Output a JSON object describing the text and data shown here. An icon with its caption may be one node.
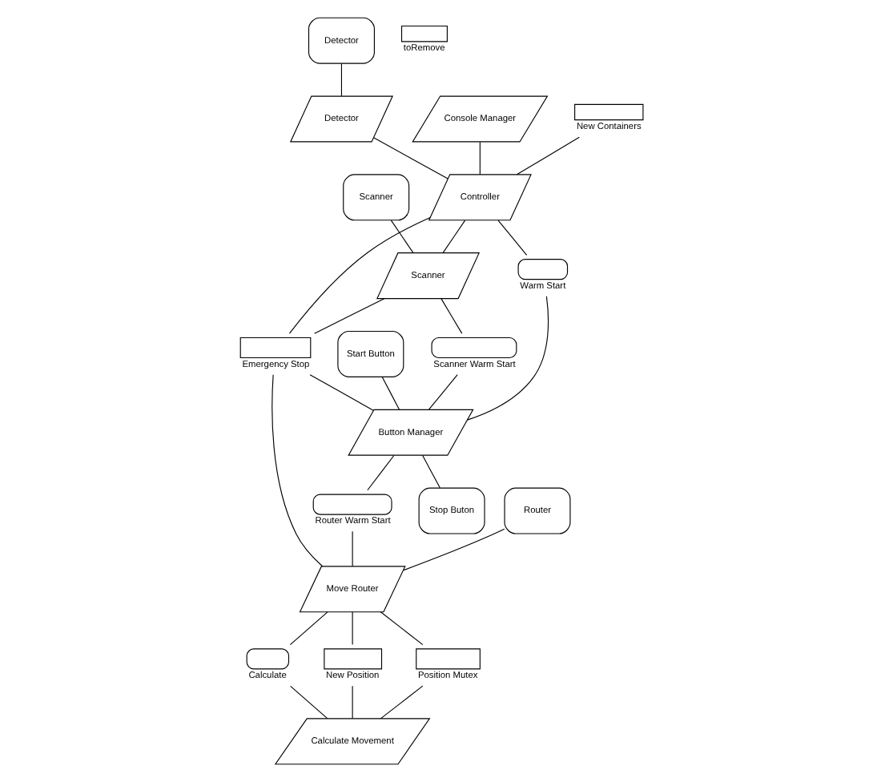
{
  "diagram": {
    "nodes": [
      {
        "text": [
          "Detector"
        ]
      },
      {
        "text": [
          "Detector"
        ]
      },
      {
        "text": [
          "Console Manager"
        ]
      },
      {
        "text": [
          "Start Button"
        ]
      },
      {
        "text": [
          "Warm Start"
        ]
      },
      {
        "text": [
          "New Containers"
        ]
      },
      {
        "text": [
          "Controller"
        ]
      },
      {
        "text": [
          "Button Manager"
        ]
      },
      {
        "text": [
          "Scanner Warm Start"
        ]
      },
      {
        "text": [
          "Scanner"
        ]
      },
      {
        "text": [
          "Scanner"
        ]
      },
      {
        "text": [
          "Emergency Stop"
        ]
      },
      {
        "text": [
          "Stop Buton"
        ]
      },
      {
        "text": [
          "Router Warm Start"
        ]
      },
      {
        "text": [
          "toRemove"
        ]
      },
      {
        "text": [
          "Router"
        ]
      },
      {
        "text": [
          "Move Router"
        ]
      },
      {
        "text": [
          "Calculate"
        ]
      },
      {
        "text": [
          "New Position"
        ]
      },
      {
        "text": [
          "Calculate Movement"
        ]
      },
      {
        "text": [
          "Position Mutex"
        ]
      }
    ],
    "edges": [
      {
        "from": 0,
        "to": 1,
        "arrow": "none"
      },
      {
        "from": 1,
        "to": 6,
        "arrow": "none"
      },
      {
        "from": 2,
        "to": 6,
        "arrow": "none"
      },
      {
        "from": 5,
        "to": 6,
        "arrow": "none"
      },
      {
        "from": 6,
        "to": 4,
        "arrow": "none"
      },
      {
        "from": 4,
        "to": 7,
        "arrow": "none"
      },
      {
        "from": 3,
        "to": 7,
        "arrow": "none"
      },
      {
        "from": 6,
        "to": 10,
        "arrow": "none"
      },
      {
        "from": 6,
        "to": 11,
        "arrow": "none"
      },
      {
        "from": 9,
        "to": 10,
        "arrow": "none"
      },
      {
        "from": 10,
        "to": 8,
        "arrow": "none"
      },
      {
        "from": 8,
        "to": 7,
        "arrow": "none"
      },
      {
        "from": 10,
        "to": 11,
        "arrow": "none"
      },
      {
        "from": 11,
        "to": 7,
        "arrow": "none"
      },
      {
        "from": 7,
        "to": 12,
        "arrow": "none"
      },
      {
        "from": 7,
        "to": 13,
        "arrow": "none"
      },
      {
        "from": 11,
        "to": 16,
        "arrow": "none"
      },
      {
        "from": 13,
        "to": 16,
        "arrow": "none"
      },
      {
        "from": 15,
        "to": 16,
        "arrow": "none"
      },
      {
        "from": 16,
        "to": 17,
        "arrow": "none"
      },
      {
        "from": 17,
        "to": 19,
        "arrow": "none"
      },
      {
        "from": 16,
        "to": 18,
        "arrow": "none"
      },
      {
        "from": 18,
        "to": 19,
        "arrow": "none"
      },
      {
        "from": 16,
        "to": 20,
        "arrow": "none"
      },
      {
        "from": 20,
        "to": 19,
        "arrow": "none"
      }
    ]
  }
}
